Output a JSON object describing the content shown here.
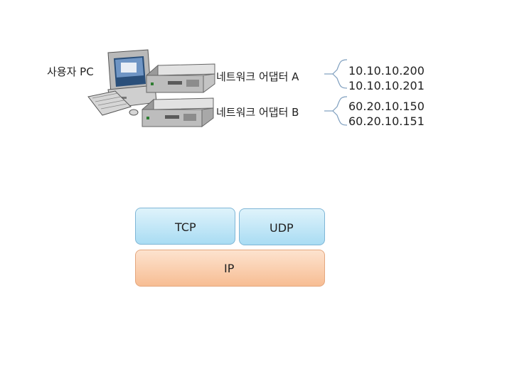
{
  "user_pc_label": "사용자 PC",
  "adapters": [
    {
      "label": "네트워크 어댑터 A",
      "ips": [
        "10.10.10.200",
        "10.10.10.201"
      ]
    },
    {
      "label": "네트워크 어댑터 B",
      "ips": [
        "60.20.10.150",
        "60.20.10.151"
      ]
    }
  ],
  "protocol_stack": {
    "tcp": "TCP",
    "udp": "UDP",
    "ip": "IP"
  }
}
